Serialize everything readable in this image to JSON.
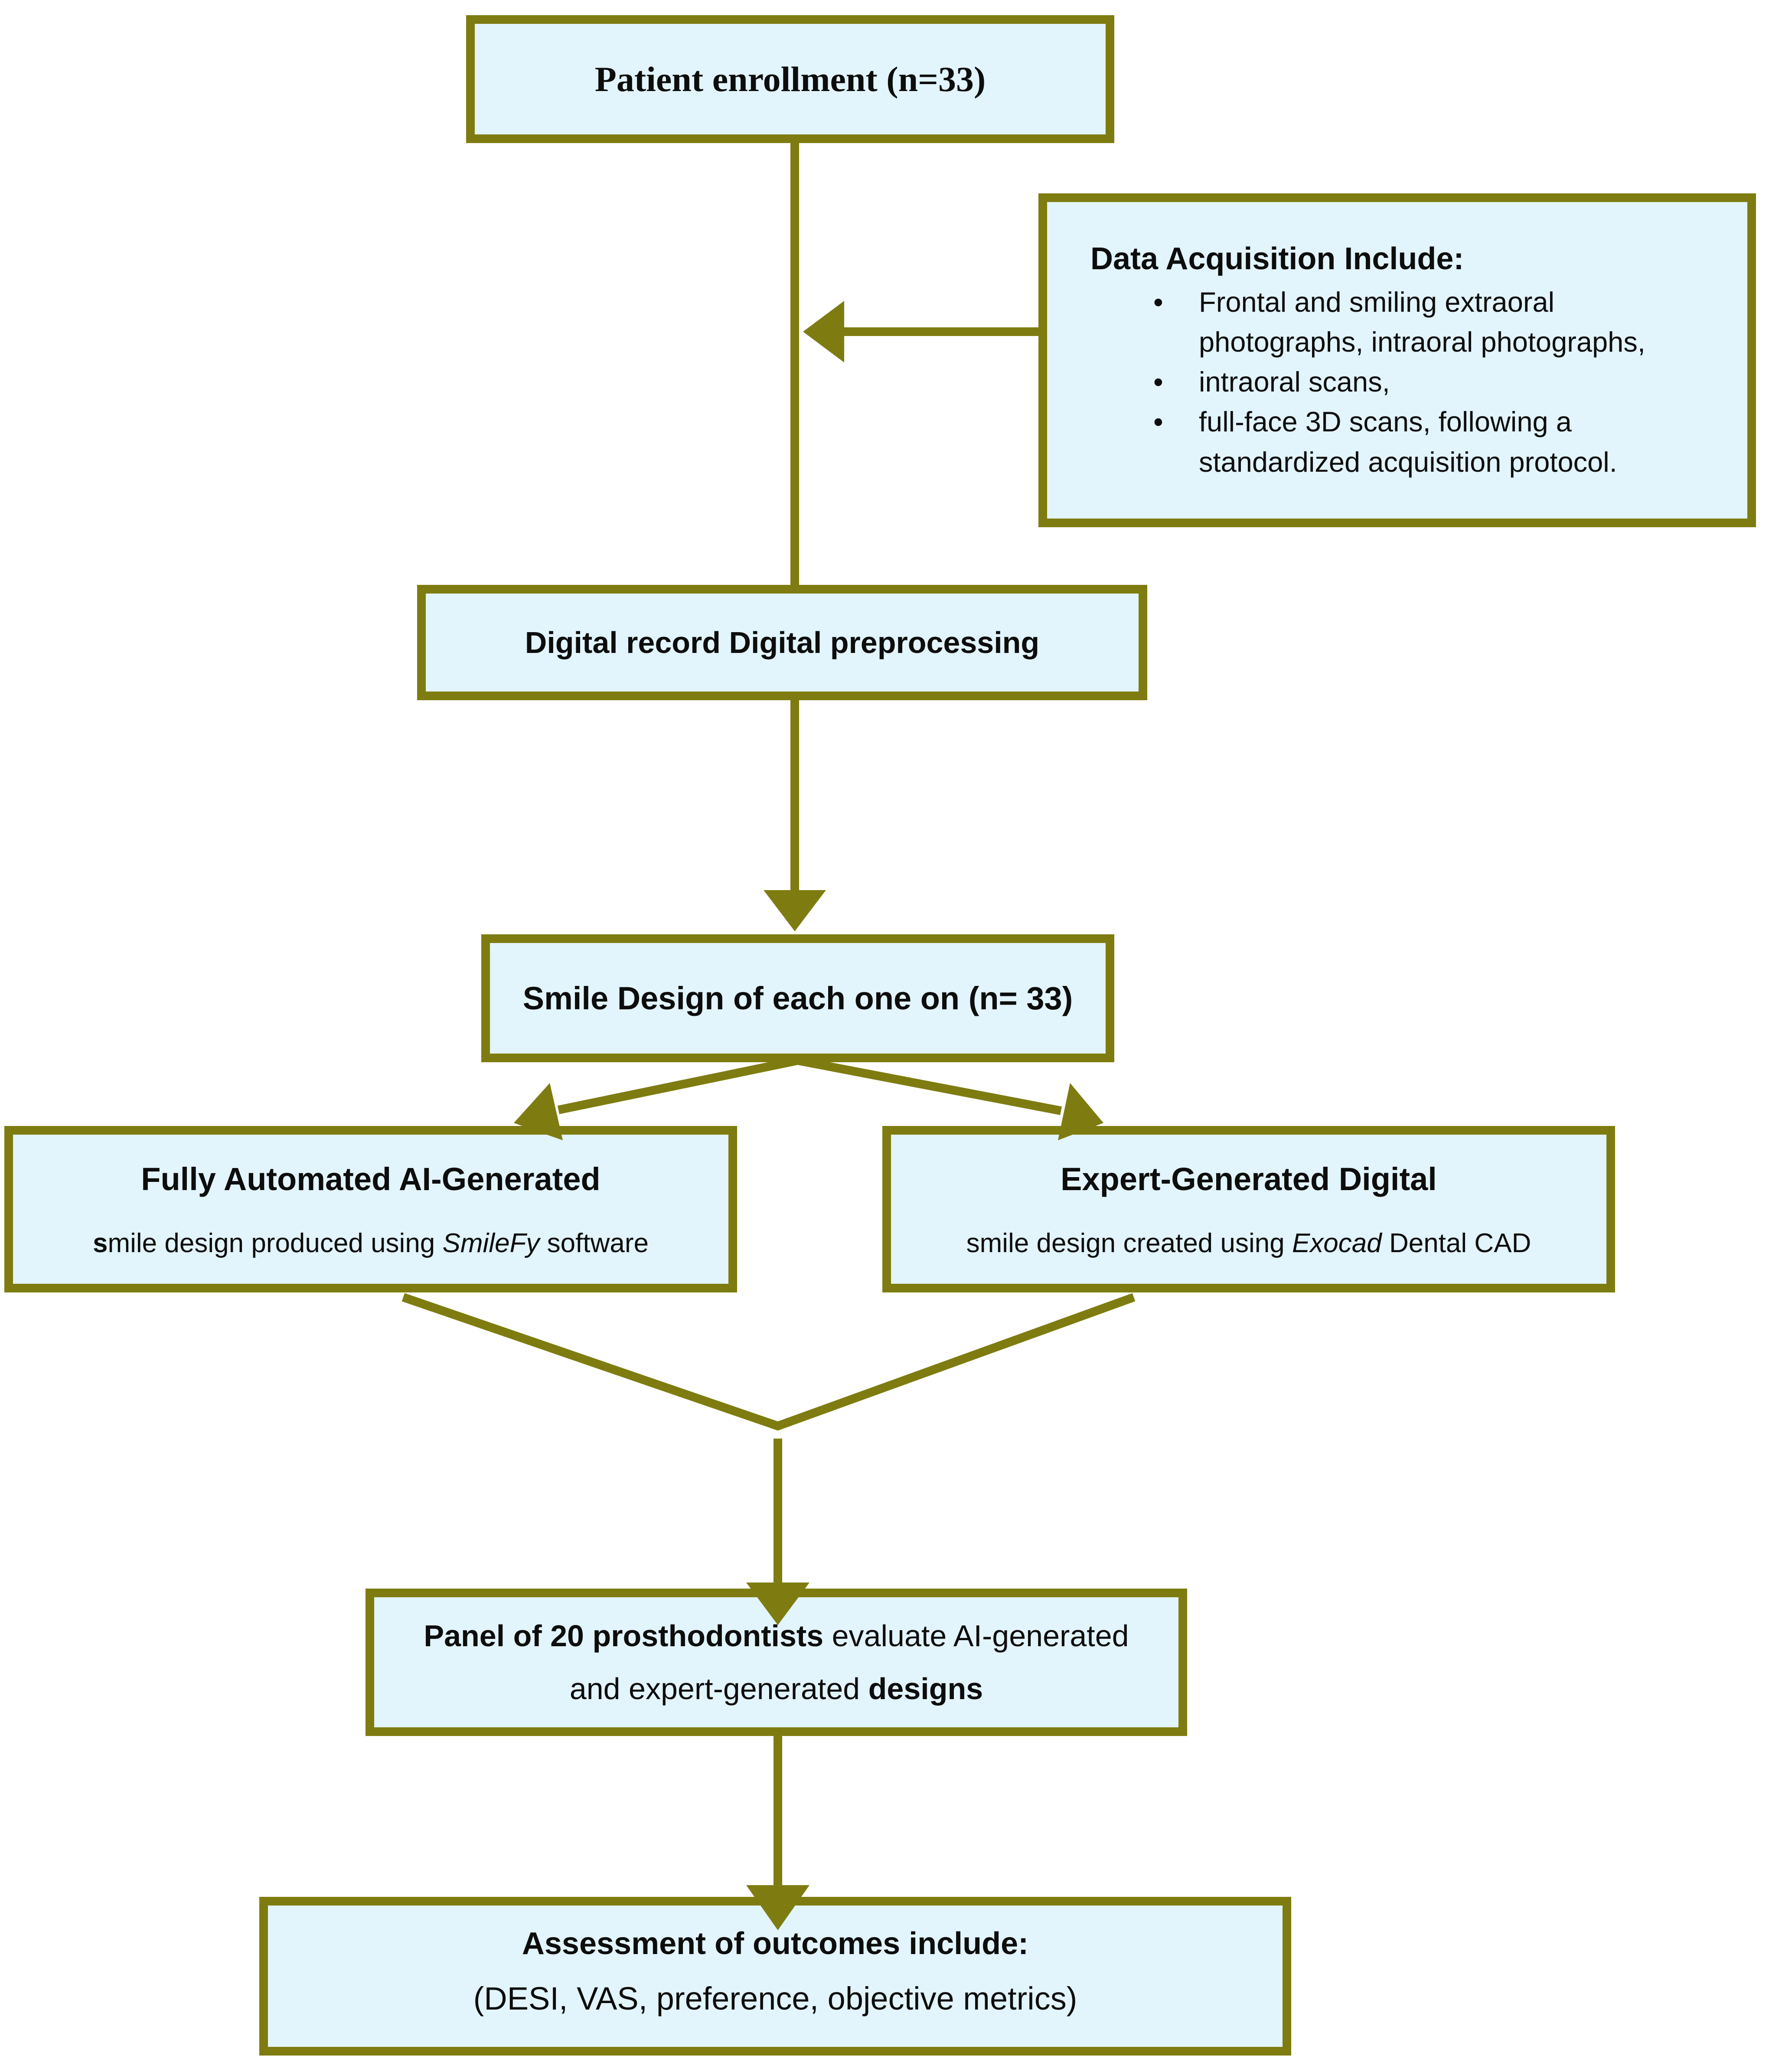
{
  "colors": {
    "olive_border": "#7e7c10",
    "box_fill": "#e2f4fc",
    "text": "#0d0d0d",
    "background": "#ffffff"
  },
  "bullet_glyph": "•",
  "boxes": {
    "patient_enrollment": {
      "text": "Patient enrollment (n=33)"
    },
    "data_acquisition": {
      "heading": "Data Acquisition Include:",
      "bullets": [
        "Frontal and smiling extraoral photographs, intraoral photographs,",
        "intraoral scans,",
        "full-face 3D scans, following a standardized acquisition protocol."
      ]
    },
    "digital_record": {
      "text": "Digital record Digital preprocessing"
    },
    "smile_design": {
      "text": "Smile Design of each one on (n= 33)"
    },
    "ai_generated": {
      "heading": "Fully Automated AI-Generated",
      "sub_bold_prefix": "s",
      "sub_before_italic": "mile design produced using ",
      "sub_italic": "SmileFy",
      "sub_after_italic": " software"
    },
    "expert_generated": {
      "heading": "Expert-Generated Digital",
      "sub_before_italic": "smile design created using ",
      "sub_italic": "Exocad",
      "sub_after_italic": " Dental CAD"
    },
    "panel_evaluation": {
      "line1_bold": "Panel of 20 prosthodontists",
      "line1_rest": " evaluate AI-generated",
      "line2_start": "and expert-generated ",
      "line2_bold": "designs"
    },
    "assessment": {
      "heading": "Assessment of outcomes include:",
      "detail": "(DESI, VAS, preference, objective metrics)"
    }
  }
}
